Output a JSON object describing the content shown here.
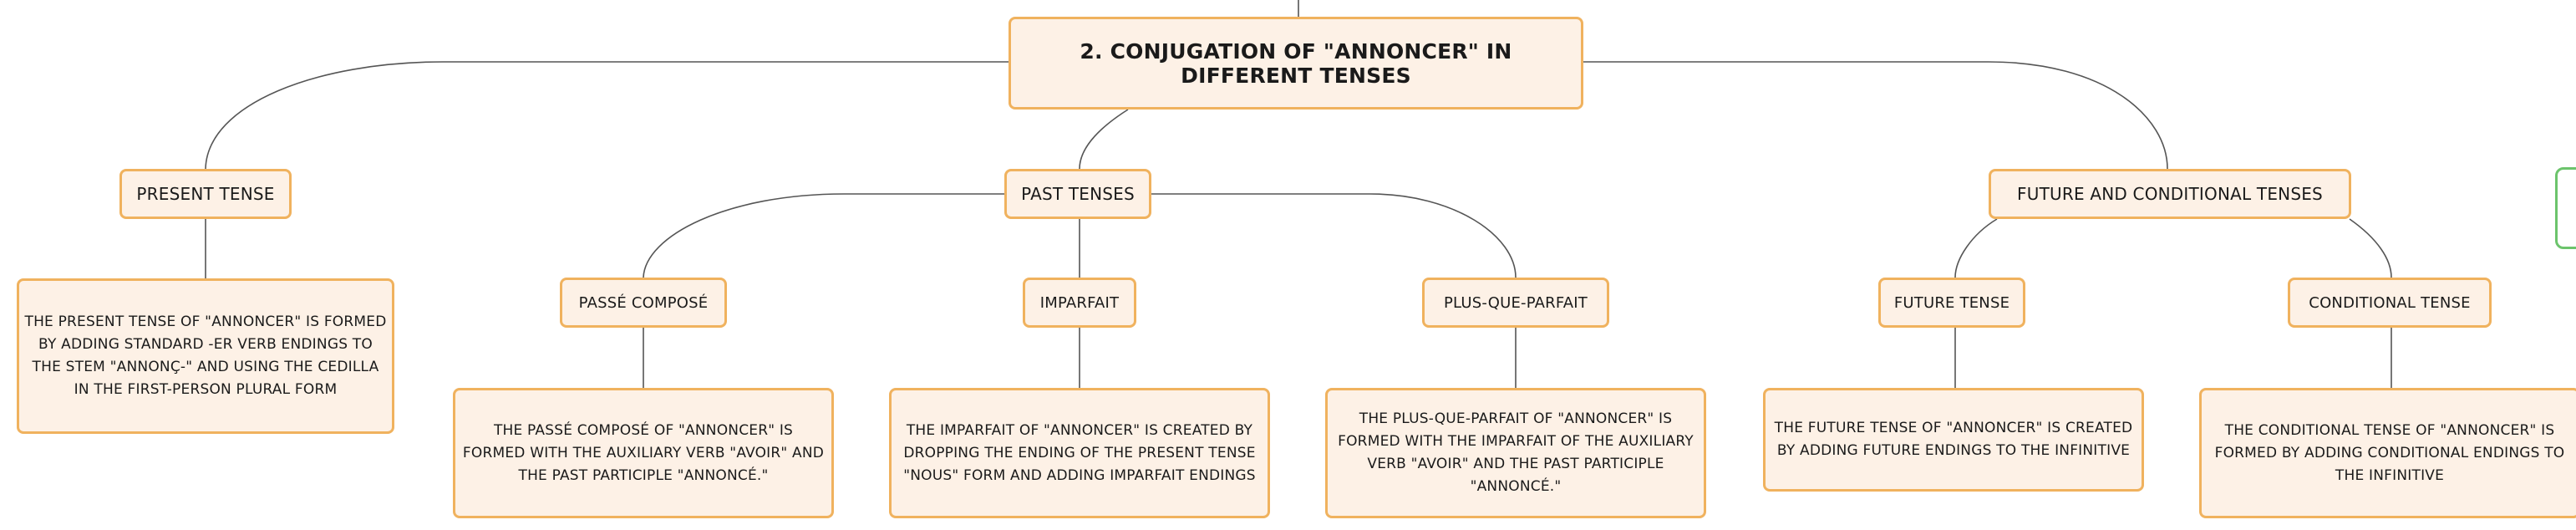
{
  "colors": {
    "node_fill": "#fdf1e6",
    "node_border": "#f0b25e",
    "connector": "#555555",
    "offscreen_node_border": "#6cc46c"
  },
  "root": {
    "label": "2. CONJUGATION OF \"ANNONCER\" IN DIFFERENT TENSES"
  },
  "branches": {
    "present": {
      "label": "PRESENT TENSE",
      "detail": "THE PRESENT TENSE OF \"ANNONCER\" IS FORMED BY ADDING STANDARD -ER VERB ENDINGS TO THE STEM \"ANNONÇ-\" AND USING THE CEDILLA IN THE FIRST-PERSON PLURAL FORM"
    },
    "past": {
      "label": "PAST TENSES",
      "children": {
        "passe_compose": {
          "label": "PASSÉ COMPOSÉ",
          "detail": "THE PASSÉ COMPOSÉ OF \"ANNONCER\" IS FORMED WITH THE AUXILIARY VERB \"AVOIR\" AND THE PAST PARTICIPLE \"ANNONCÉ.\""
        },
        "imparfait": {
          "label": "IMPARFAIT",
          "detail": "THE IMPARFAIT OF \"ANNONCER\" IS CREATED BY DROPPING THE ENDING OF THE PRESENT TENSE \"NOUS\" FORM AND ADDING IMPARFAIT ENDINGS"
        },
        "plus_que_parfait": {
          "label": "PLUS-QUE-PARFAIT",
          "detail": "THE PLUS-QUE-PARFAIT OF \"ANNONCER\" IS FORMED WITH THE IMPARFAIT OF THE AUXILIARY VERB \"AVOIR\" AND THE PAST PARTICIPLE \"ANNONCÉ.\""
        }
      }
    },
    "future_conditional": {
      "label": "FUTURE AND CONDITIONAL TENSES",
      "children": {
        "future": {
          "label": "FUTURE TENSE",
          "detail": "THE FUTURE TENSE OF \"ANNONCER\" IS CREATED BY ADDING FUTURE ENDINGS TO THE INFINITIVE"
        },
        "conditional": {
          "label": "CONDITIONAL TENSE",
          "detail": "THE CONDITIONAL TENSE OF \"ANNONCER\" IS FORMED BY ADDING CONDITIONAL ENDINGS TO THE INFINITIVE"
        }
      }
    }
  }
}
